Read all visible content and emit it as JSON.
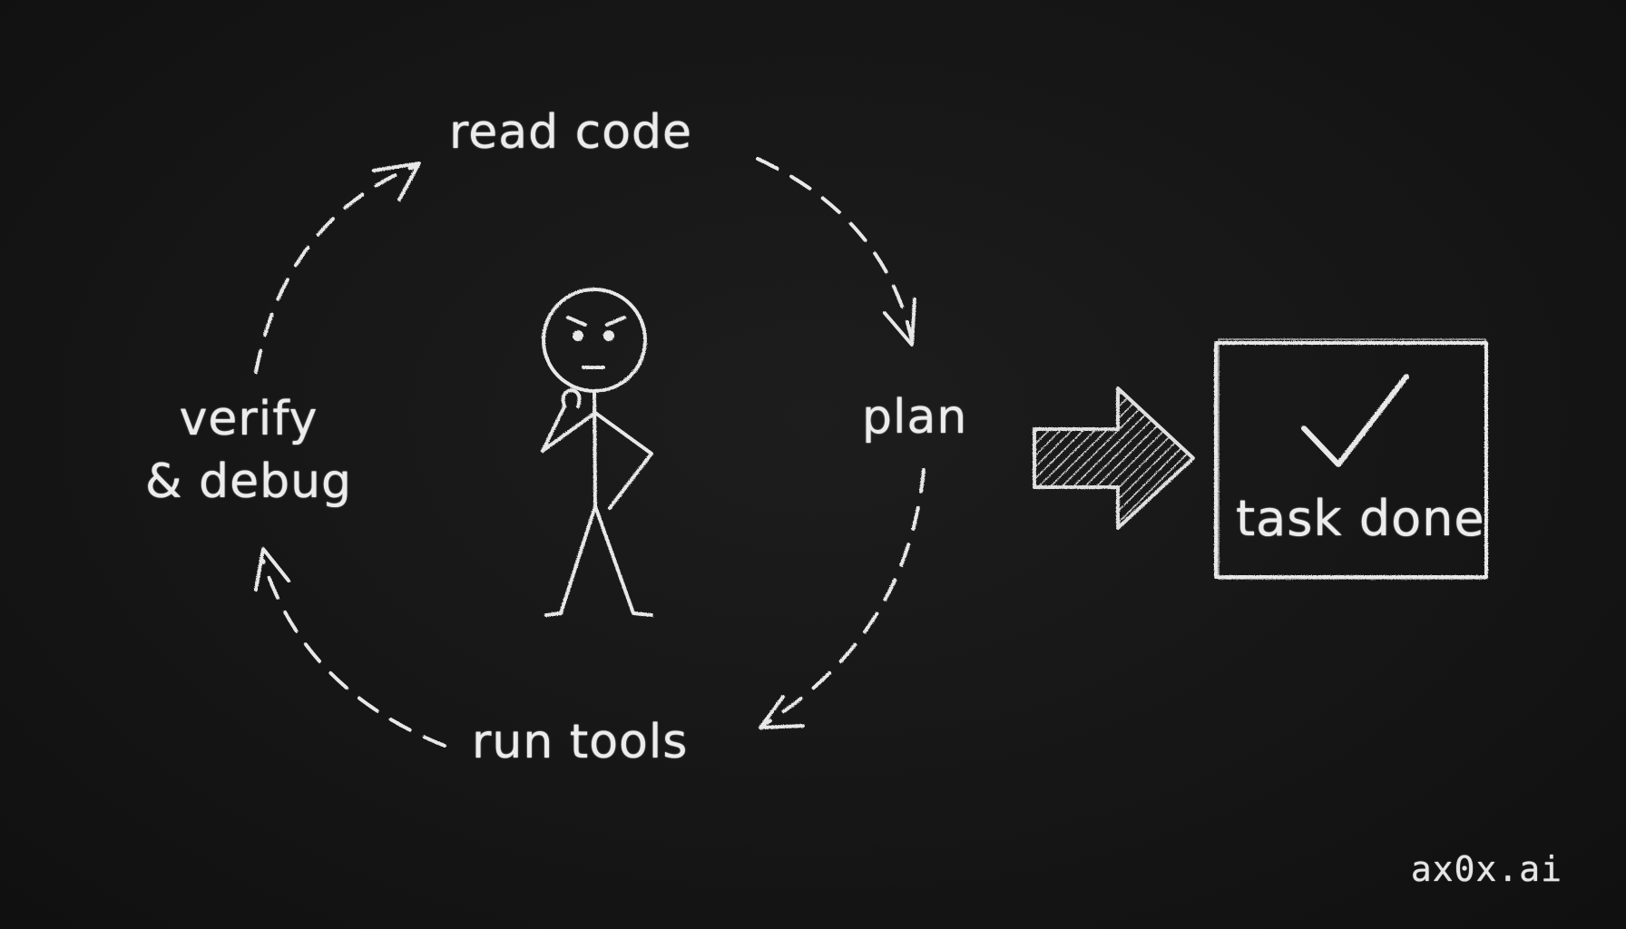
{
  "cycle": {
    "steps": {
      "read_code": "read code",
      "plan": "plan",
      "run_tools": "run tools",
      "verify_line1": "verify",
      "verify_line2": "& debug"
    }
  },
  "result": {
    "label": "task done"
  },
  "watermark": "ax0x.ai",
  "colors": {
    "background": "#141414",
    "chalk": "#ececec"
  },
  "icons": {
    "center": "thinking-stick-figure-icon",
    "arrow": "hatched-right-arrow-icon",
    "check": "checkmark-icon"
  }
}
